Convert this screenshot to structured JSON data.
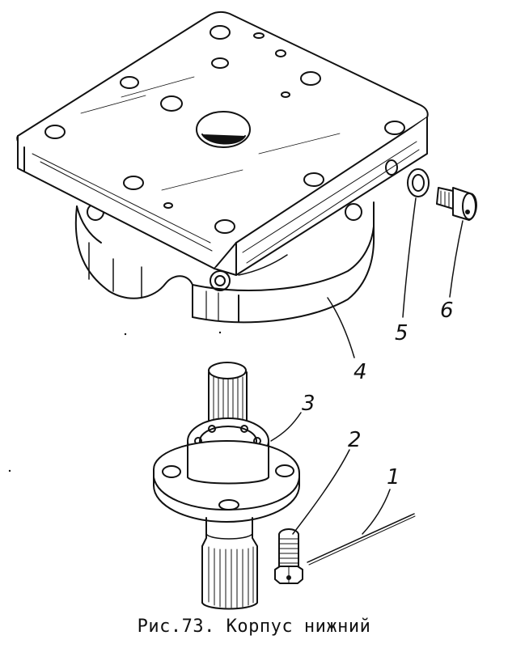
{
  "figure": {
    "caption": "Рис.73. Корпус нижний",
    "callouts": [
      {
        "id": "1",
        "text": "1"
      },
      {
        "id": "2",
        "text": "2"
      },
      {
        "id": "3",
        "text": "3"
      },
      {
        "id": "4",
        "text": "4"
      },
      {
        "id": "5",
        "text": "5"
      },
      {
        "id": "6",
        "text": "6"
      }
    ]
  },
  "colors": {
    "ink": "#111111",
    "paper": "#ffffff"
  }
}
